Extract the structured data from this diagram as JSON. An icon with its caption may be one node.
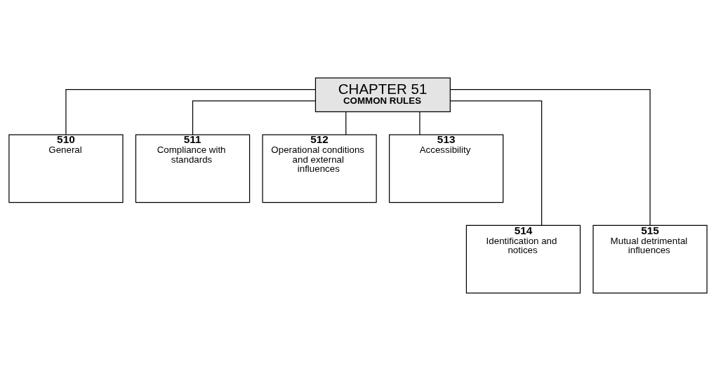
{
  "diagram": {
    "nodes": [
      {
        "text": [
          "CHAPTER 51",
          "COMMON RULES"
        ]
      },
      {
        "text": [
          "510",
          "General"
        ]
      },
      {
        "text": [
          "511",
          "Compliance with standards"
        ]
      },
      {
        "text": [
          "512",
          "Operational conditions and external influences"
        ]
      },
      {
        "text": [
          "513",
          "Accessibility"
        ]
      },
      {
        "text": [
          "514",
          "Identification and notices"
        ]
      },
      {
        "text": [
          "515",
          "Mutual detrimental influences"
        ]
      }
    ],
    "edges": [
      {
        "from": 0,
        "to": 1,
        "arrow": "none"
      },
      {
        "from": 0,
        "to": 2,
        "arrow": "none"
      },
      {
        "from": 0,
        "to": 3,
        "arrow": "none"
      },
      {
        "from": 0,
        "to": 4,
        "arrow": "none"
      },
      {
        "from": 0,
        "to": 5,
        "arrow": "none"
      },
      {
        "from": 0,
        "to": 6,
        "arrow": "none"
      }
    ]
  }
}
